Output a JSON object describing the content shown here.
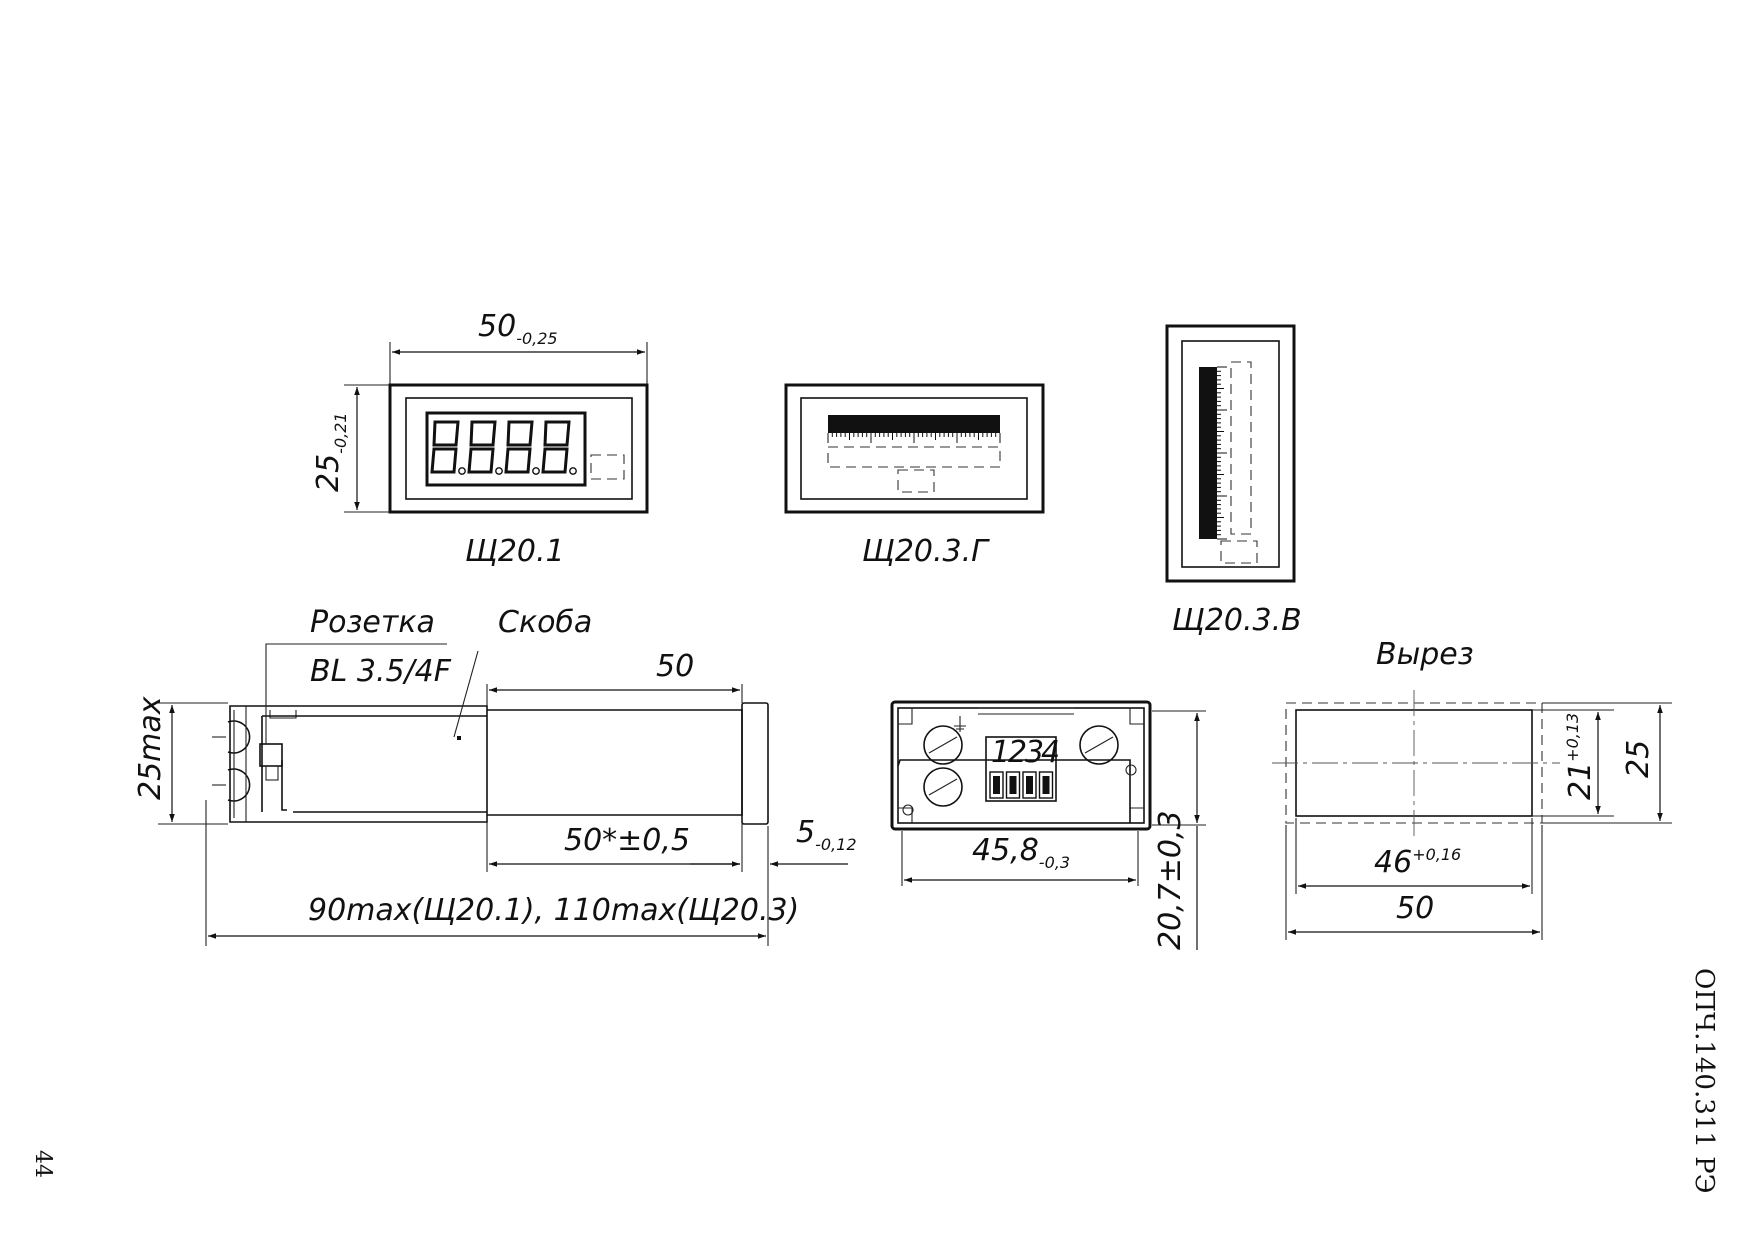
{
  "document": {
    "code": "ОПЧ.140.311 РЭ",
    "page_number": "44"
  },
  "front_views": {
    "sh201": {
      "title": "Щ20.1",
      "width_nominal": "50",
      "width_tolerance": "-0,25",
      "height_nominal": "25",
      "height_tolerance": "-0,21"
    },
    "sh203g": {
      "title": "Щ20.3.Г"
    },
    "sh203v": {
      "title": "Щ20.3.В"
    }
  },
  "side_view": {
    "socket_label": "Розетка",
    "socket_type": "BL 3.5/4F",
    "bracket_label": "Скоба",
    "height": "25max",
    "top_length": "50",
    "bottom_length": "50*±0,5",
    "front_thickness_nominal": "5",
    "front_thickness_tolerance": "-0,12",
    "overall_length": "90max(Щ20.1), 110max(Щ20.3)"
  },
  "rear_view": {
    "terminal_numbers": [
      "1",
      "2",
      "3",
      "4"
    ],
    "width_nominal": "45,8",
    "width_tolerance": "-0,3",
    "height": "20,7±0,3"
  },
  "cutout": {
    "title": "Вырез",
    "height_nominal": "21",
    "height_tolerance": "+0,13",
    "outer_height": "25",
    "width_nominal": "46",
    "width_tolerance": "+0,16",
    "outer_width": "50"
  }
}
